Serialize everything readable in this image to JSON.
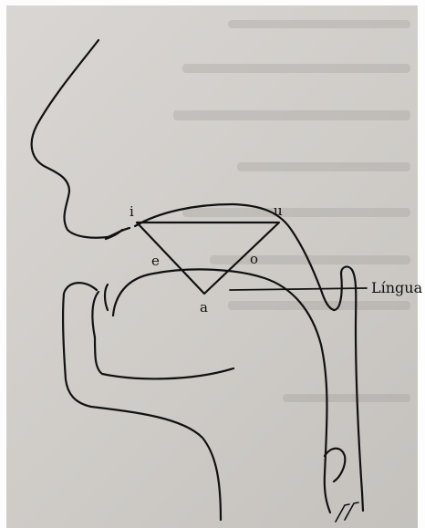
{
  "diagram": {
    "vowels": {
      "i": "i",
      "u": "u",
      "e": "e",
      "o": "o",
      "a": "a"
    },
    "tongue_label": "Língua"
  }
}
